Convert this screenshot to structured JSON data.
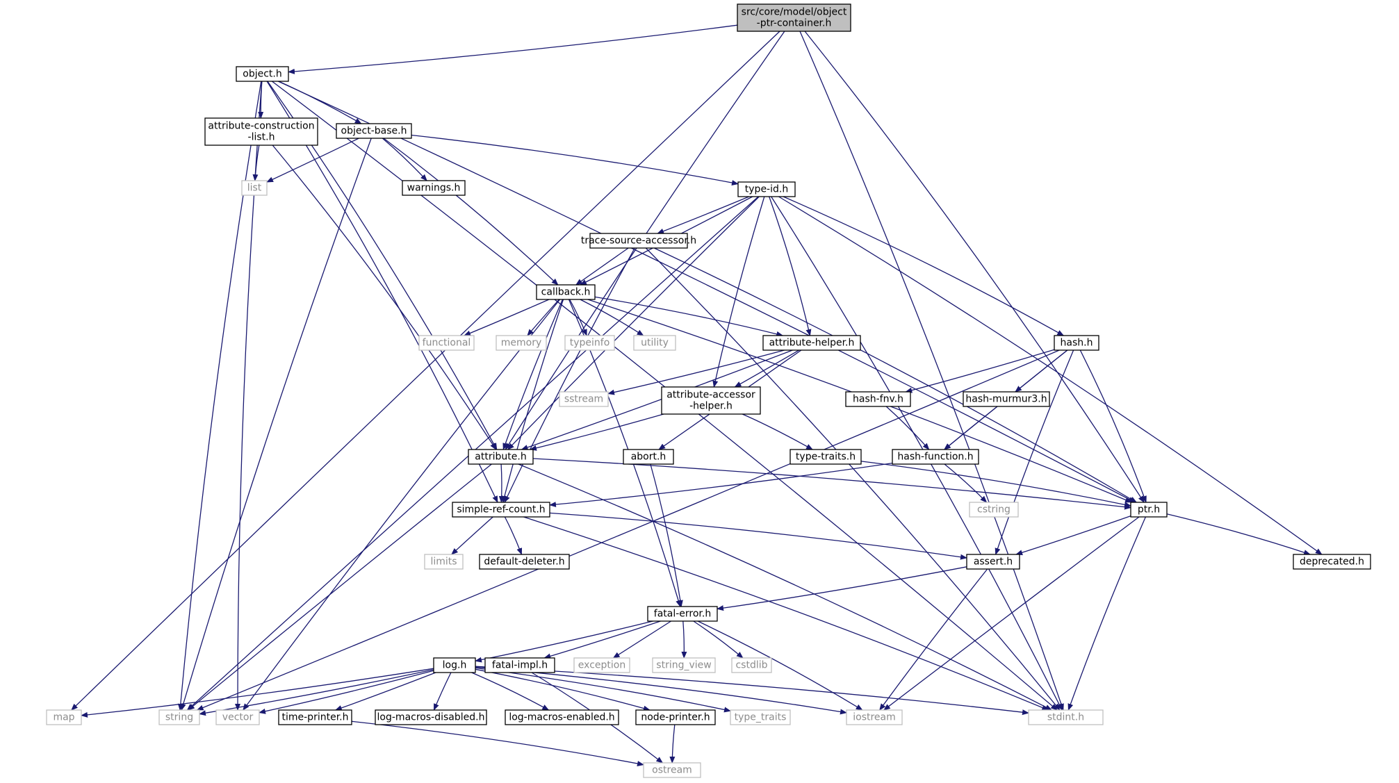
{
  "diagram": {
    "type": "include-dependency-graph",
    "colors": {
      "edge": "#191970",
      "root_fill": "#bfbfbf",
      "system_border": "#bfbfbf",
      "system_text": "#8c8c8c"
    },
    "nodes": [
      {
        "id": "root",
        "lines": [
          "src/core/model/object",
          "-ptr-container.h"
        ],
        "kind": "root"
      },
      {
        "id": "object",
        "lines": [
          "object.h"
        ],
        "kind": "defined"
      },
      {
        "id": "acl",
        "lines": [
          "attribute-construction",
          "-list.h"
        ],
        "kind": "defined"
      },
      {
        "id": "objbase",
        "lines": [
          "object-base.h"
        ],
        "kind": "defined"
      },
      {
        "id": "list",
        "lines": [
          "list"
        ],
        "kind": "system"
      },
      {
        "id": "warnings",
        "lines": [
          "warnings.h"
        ],
        "kind": "defined"
      },
      {
        "id": "typeid",
        "lines": [
          "type-id.h"
        ],
        "kind": "defined"
      },
      {
        "id": "tsa",
        "lines": [
          "trace-source-accessor.h"
        ],
        "kind": "defined"
      },
      {
        "id": "callback",
        "lines": [
          "callback.h"
        ],
        "kind": "defined"
      },
      {
        "id": "functional",
        "lines": [
          "functional"
        ],
        "kind": "system"
      },
      {
        "id": "memory",
        "lines": [
          "memory"
        ],
        "kind": "system"
      },
      {
        "id": "typeinfo",
        "lines": [
          "typeinfo"
        ],
        "kind": "system"
      },
      {
        "id": "utility",
        "lines": [
          "utility"
        ],
        "kind": "system"
      },
      {
        "id": "ahelper",
        "lines": [
          "attribute-helper.h"
        ],
        "kind": "defined"
      },
      {
        "id": "hash",
        "lines": [
          "hash.h"
        ],
        "kind": "defined"
      },
      {
        "id": "sstream",
        "lines": [
          "sstream"
        ],
        "kind": "system"
      },
      {
        "id": "aah",
        "lines": [
          "attribute-accessor",
          "-helper.h"
        ],
        "kind": "defined"
      },
      {
        "id": "hashfnv",
        "lines": [
          "hash-fnv.h"
        ],
        "kind": "defined"
      },
      {
        "id": "hashmur",
        "lines": [
          "hash-murmur3.h"
        ],
        "kind": "defined"
      },
      {
        "id": "attribute",
        "lines": [
          "attribute.h"
        ],
        "kind": "defined"
      },
      {
        "id": "abort",
        "lines": [
          "abort.h"
        ],
        "kind": "defined"
      },
      {
        "id": "typetraits_h",
        "lines": [
          "type-traits.h"
        ],
        "kind": "defined"
      },
      {
        "id": "hashfunc",
        "lines": [
          "hash-function.h"
        ],
        "kind": "defined"
      },
      {
        "id": "src",
        "lines": [
          "simple-ref-count.h"
        ],
        "kind": "defined"
      },
      {
        "id": "cstring",
        "lines": [
          "cstring"
        ],
        "kind": "system"
      },
      {
        "id": "ptr",
        "lines": [
          "ptr.h"
        ],
        "kind": "defined"
      },
      {
        "id": "limits",
        "lines": [
          "limits"
        ],
        "kind": "system"
      },
      {
        "id": "deleter",
        "lines": [
          "default-deleter.h"
        ],
        "kind": "defined"
      },
      {
        "id": "assert",
        "lines": [
          "assert.h"
        ],
        "kind": "defined"
      },
      {
        "id": "deprecated",
        "lines": [
          "deprecated.h"
        ],
        "kind": "defined"
      },
      {
        "id": "fatalerr",
        "lines": [
          "fatal-error.h"
        ],
        "kind": "defined"
      },
      {
        "id": "log",
        "lines": [
          "log.h"
        ],
        "kind": "defined"
      },
      {
        "id": "fatalimpl",
        "lines": [
          "fatal-impl.h"
        ],
        "kind": "defined"
      },
      {
        "id": "exception",
        "lines": [
          "exception"
        ],
        "kind": "system"
      },
      {
        "id": "stringview",
        "lines": [
          "string_view"
        ],
        "kind": "system"
      },
      {
        "id": "cstdlib",
        "lines": [
          "cstdlib"
        ],
        "kind": "system"
      },
      {
        "id": "map",
        "lines": [
          "map"
        ],
        "kind": "system"
      },
      {
        "id": "string",
        "lines": [
          "string"
        ],
        "kind": "system"
      },
      {
        "id": "vector",
        "lines": [
          "vector"
        ],
        "kind": "system"
      },
      {
        "id": "timeprinter",
        "lines": [
          "time-printer.h"
        ],
        "kind": "defined"
      },
      {
        "id": "logdis",
        "lines": [
          "log-macros-disabled.h"
        ],
        "kind": "defined"
      },
      {
        "id": "logen",
        "lines": [
          "log-macros-enabled.h"
        ],
        "kind": "defined"
      },
      {
        "id": "nodeprinter",
        "lines": [
          "node-printer.h"
        ],
        "kind": "defined"
      },
      {
        "id": "type_traits",
        "lines": [
          "type_traits"
        ],
        "kind": "system"
      },
      {
        "id": "iostream",
        "lines": [
          "iostream"
        ],
        "kind": "system"
      },
      {
        "id": "stdint",
        "lines": [
          "stdint.h"
        ],
        "kind": "system"
      },
      {
        "id": "ostream",
        "lines": [
          "ostream"
        ],
        "kind": "system"
      }
    ],
    "edges": [
      [
        "root",
        "map"
      ],
      [
        "root",
        "object"
      ],
      [
        "root",
        "attribute"
      ],
      [
        "root",
        "ptr"
      ],
      [
        "root",
        "stdint"
      ],
      [
        "object",
        "acl"
      ],
      [
        "object",
        "objbase"
      ],
      [
        "object",
        "attribute"
      ],
      [
        "object",
        "src"
      ],
      [
        "object",
        "string"
      ],
      [
        "object",
        "vector"
      ],
      [
        "object",
        "ptr"
      ],
      [
        "object",
        "stdint"
      ],
      [
        "acl",
        "list"
      ],
      [
        "acl",
        "attribute"
      ],
      [
        "objbase",
        "list"
      ],
      [
        "objbase",
        "warnings"
      ],
      [
        "objbase",
        "typeid"
      ],
      [
        "objbase",
        "callback"
      ],
      [
        "objbase",
        "string"
      ],
      [
        "typeid",
        "tsa"
      ],
      [
        "typeid",
        "callback"
      ],
      [
        "typeid",
        "ahelper"
      ],
      [
        "typeid",
        "aah"
      ],
      [
        "typeid",
        "attribute"
      ],
      [
        "typeid",
        "hash"
      ],
      [
        "typeid",
        "string"
      ],
      [
        "typeid",
        "stdint"
      ],
      [
        "typeid",
        "deprecated"
      ],
      [
        "tsa",
        "callback"
      ],
      [
        "tsa",
        "src"
      ],
      [
        "tsa",
        "ptr"
      ],
      [
        "tsa",
        "stdint"
      ],
      [
        "callback",
        "functional"
      ],
      [
        "callback",
        "memory"
      ],
      [
        "callback",
        "typeinfo"
      ],
      [
        "callback",
        "utility"
      ],
      [
        "callback",
        "ahelper"
      ],
      [
        "callback",
        "attribute"
      ],
      [
        "callback",
        "src"
      ],
      [
        "callback",
        "fatalerr"
      ],
      [
        "callback",
        "ptr"
      ],
      [
        "callback",
        "vector"
      ],
      [
        "ahelper",
        "aah"
      ],
      [
        "ahelper",
        "sstream"
      ],
      [
        "ahelper",
        "abort"
      ],
      [
        "ahelper",
        "attribute"
      ],
      [
        "aah",
        "attribute"
      ],
      [
        "aah",
        "typetraits_h"
      ],
      [
        "hash",
        "hashfnv"
      ],
      [
        "hash",
        "hashmur"
      ],
      [
        "hash",
        "hashfunc"
      ],
      [
        "hash",
        "ptr"
      ],
      [
        "hash",
        "assert"
      ],
      [
        "hash",
        "string"
      ],
      [
        "hashfnv",
        "hashfunc"
      ],
      [
        "hashmur",
        "hashfunc"
      ],
      [
        "hashfunc",
        "cstring"
      ],
      [
        "hashfunc",
        "src"
      ],
      [
        "typetraits_h",
        "ptr"
      ],
      [
        "attribute",
        "src"
      ],
      [
        "attribute",
        "ptr"
      ],
      [
        "attribute",
        "string"
      ],
      [
        "attribute",
        "stdint"
      ],
      [
        "abort",
        "fatalerr"
      ],
      [
        "src",
        "limits"
      ],
      [
        "src",
        "deleter"
      ],
      [
        "src",
        "assert"
      ],
      [
        "src",
        "stdint"
      ],
      [
        "ptr",
        "assert"
      ],
      [
        "ptr",
        "deprecated"
      ],
      [
        "ptr",
        "iostream"
      ],
      [
        "ptr",
        "stdint"
      ],
      [
        "assert",
        "fatalerr"
      ],
      [
        "assert",
        "iostream"
      ],
      [
        "fatalerr",
        "log"
      ],
      [
        "fatalerr",
        "fatalimpl"
      ],
      [
        "fatalerr",
        "exception"
      ],
      [
        "fatalerr",
        "stringview"
      ],
      [
        "fatalerr",
        "cstdlib"
      ],
      [
        "fatalerr",
        "iostream"
      ],
      [
        "fatalimpl",
        "ostream"
      ],
      [
        "log",
        "map"
      ],
      [
        "log",
        "string"
      ],
      [
        "log",
        "vector"
      ],
      [
        "log",
        "timeprinter"
      ],
      [
        "log",
        "logdis"
      ],
      [
        "log",
        "logen"
      ],
      [
        "log",
        "nodeprinter"
      ],
      [
        "log",
        "type_traits"
      ],
      [
        "log",
        "iostream"
      ],
      [
        "log",
        "stdint"
      ],
      [
        "timeprinter",
        "ostream"
      ],
      [
        "nodeprinter",
        "ostream"
      ]
    ]
  }
}
